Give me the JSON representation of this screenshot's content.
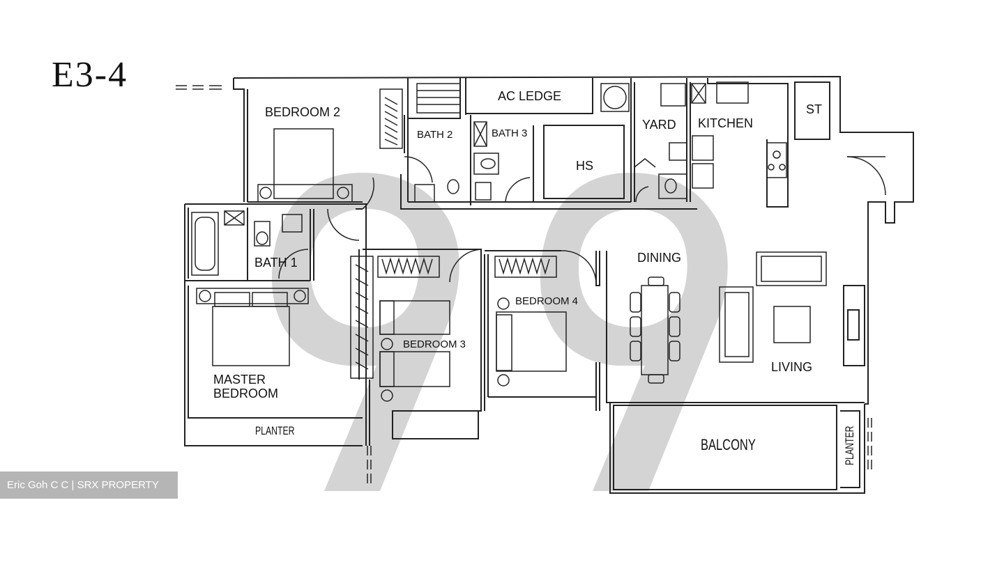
{
  "unit_type": "E3-4",
  "rooms": {
    "bedroom_2": "BEDROOM 2",
    "ac_ledge": "AC LEDGE",
    "bath_2": "BATH 2",
    "bath_3": "BATH 3",
    "hs": "HS",
    "yard": "YARD",
    "kitchen": "KITCHEN",
    "st": "ST",
    "bath_1": "BATH 1",
    "dining": "DINING",
    "bedroom_4": "BEDROOM 4",
    "bedroom_3": "BEDROOM 3",
    "living": "LIVING",
    "master_bedroom_line1": "MASTER",
    "master_bedroom_line2": "BEDROOM",
    "planter_left": "PLANTER",
    "balcony": "BALCONY",
    "planter_right": "PLANTER"
  },
  "credit": "Eric Goh C C | SRX PROPERTY",
  "colors": {
    "line": "#222222",
    "watermark": "#c8c8c8"
  }
}
